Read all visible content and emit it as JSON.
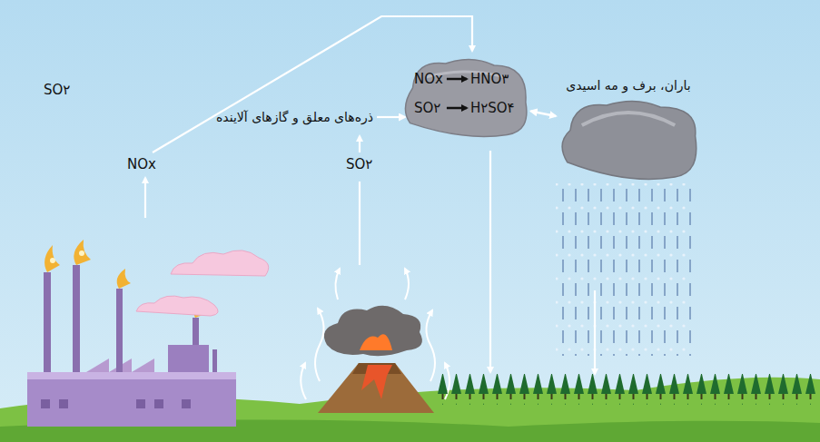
{
  "diagram": {
    "nodes": [
      {
        "text": [
          "NOx",
          "HNO۳",
          "SO۲",
          "H۲SO۴"
        ]
      },
      {
        "text": [
          "باران، برف و مه اسیدی"
        ]
      }
    ],
    "edges": [
      {
        "from": 0,
        "to": 1,
        "arrow": "both"
      }
    ],
    "labels": [
      "ذره‌های معلق و گازهای آلاینده",
      "SO۲",
      "NOx",
      "SO۲"
    ]
  }
}
